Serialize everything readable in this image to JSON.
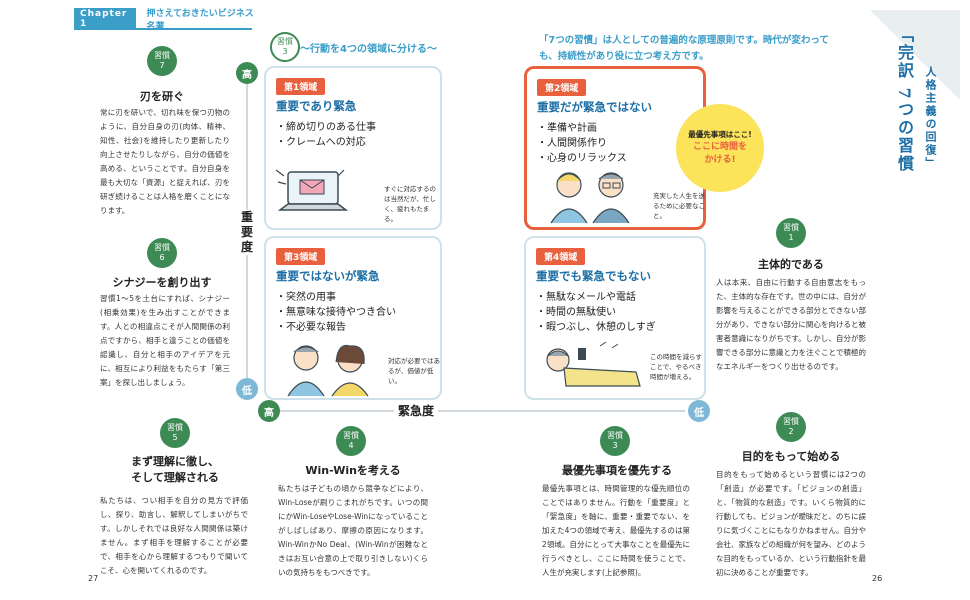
{
  "header": {
    "chapter": "Chapter 1",
    "subtitle": "押さえておきたいビジネス名著"
  },
  "book_title": {
    "main": "「完訳 7つの習慣",
    "sub": "人格主義の回復」"
  },
  "center": {
    "badge_line1": "習慣",
    "badge_line2": "3",
    "title": "〜行動を4つの領域に分ける〜",
    "axis_high_v": "高",
    "axis_low_v": "低",
    "axis_label_v": "重要度",
    "axis_high_h": "高",
    "axis_low_h": "低",
    "axis_label_h": "緊急度"
  },
  "top_intro": "「7つの習慣」は人としての普遍的な原理原則です。時代が変わっても、持続性があり役に立つ考え方です。",
  "quadrants": [
    {
      "label": "第1領域",
      "heading": "重要であり緊急",
      "items": [
        "・締め切りのある仕事",
        "・クレームへの対応"
      ],
      "note": "すぐに対応するのは当然だが、忙しく、疲れもたまる。"
    },
    {
      "label": "第2領域",
      "heading": "重要だが緊急ではない",
      "items": [
        "・準備や計画",
        "・人間関係作り",
        "・心身のリラックス"
      ],
      "note": "充実した人生を送るために必要なこと。"
    },
    {
      "label": "第3領域",
      "heading": "重要ではないが緊急",
      "items": [
        "・突然の用事",
        "・無意味な接待やつき合い",
        "・不必要な報告"
      ],
      "note": "対応が必要ではあるが、価値が低い。"
    },
    {
      "label": "第4領域",
      "heading": "重要でも緊急でもない",
      "items": [
        "・無駄なメールや電話",
        "・時間の無駄使い",
        "・暇つぶし、休憩のしすぎ"
      ],
      "note": "この時間を減らすことで、やるべき時間が増える。"
    }
  ],
  "priority_bubble": {
    "line1": "最優先事項はここ!",
    "line2": "ここに時間を",
    "line3": "かける!"
  },
  "habits": {
    "h7": {
      "badge1": "習慣",
      "badge2": "7",
      "title": "刃を研ぐ",
      "body": "常に刃を研いで、切れ味を保つ刃物のように、自分自身の刃(肉体、精神、知性、社会)を維持したり更新したり向上させたりしながら、自分の価値を高める、ということです。自分自身を最も大切な「資源」と捉えれば、刃を研ぎ続けることは人格を磨くことになります。"
    },
    "h6": {
      "badge1": "習慣",
      "badge2": "6",
      "title": "シナジーを創り出す",
      "body": "習慣1〜5を土台にすれば、シナジー(相乗効果)を生み出すことができます。人との相違点こそが人間関係の利点ですから、相手と違うことの価値を認識し、自分と相手のアイデアを元に、相互により利益をもたらす「第三案」を探し出しましょう。"
    },
    "h5": {
      "badge1": "習慣",
      "badge2": "5",
      "title_l1": "まず理解に徹し、",
      "title_l2": "そして理解される",
      "body": "私たちは、つい相手を自分の見方で評価し、探り、助言し、解釈してしまいがちです。しかしそれでは良好な人間関係は築けません。まず相手を理解することが必要で、相手を心から理解するつもりで聞いてこそ、心を開いてくれるのです。"
    },
    "h4": {
      "badge1": "習慣",
      "badge2": "4",
      "title": "Win-Winを考える",
      "body": "私たちは子どもの頃から競争などにより、Win-Loseが刷りこまれがちです。いつの間にかWin-LoseやLose-Winになっていることがしばしばあり、摩擦の原因になります。Win-WinかNo Deal、(Win-Winが困難なときはお互い合意の上で取り引きしない)くらいの気持ちをもつべきです。"
    },
    "h3": {
      "badge1": "習慣",
      "badge2": "3",
      "title": "最優先事項を優先する",
      "body": "最優先事項とは、時間管理的な優先順位のことではありません。行動を「重要度」と「緊急度」を軸に、重要・重要でない、を加えた4つの領域で考え、最優先するのは第2領域。自分にとって大事なことを最優先に行うべきとし、ここに時間を使うことで、人生が充実します(上記参照)。"
    },
    "h2": {
      "badge1": "習慣",
      "badge2": "2",
      "title": "目的をもって始める",
      "body": "目的をもって始めるという習慣には2つの「創造」が必要です。「ビジョンの創造」と、「物質的な創造」です。いくら物質的に行動しても、ビジョンが曖昧だと、のちに誤りに気づくことにもなりかねません。自分や会社、家族などの組織が何を望み、どのような目的をもっているか、という行動指針を最初に決めることが重要です。"
    },
    "h1": {
      "badge1": "習慣",
      "badge2": "1",
      "title": "主体的である",
      "body": "人は本来、自由に行動する自由意志をもった、主体的な存在です。世の中には、自分が影響を与えることができる部分とできない部分があり、できない部分に関心を向けると被害者意識になりがちです。しかし、自分が影響できる部分に意識と力を注ぐことで積極的なエネルギーをつくり出せるのです。"
    }
  },
  "page_numbers": {
    "left": "27",
    "right": "26"
  },
  "colors": {
    "accent_blue": "#3a9ec9",
    "green": "#3d8a55",
    "orange": "#e9603f",
    "yellow": "#fbe35a",
    "heading_blue": "#1d6fa5"
  }
}
